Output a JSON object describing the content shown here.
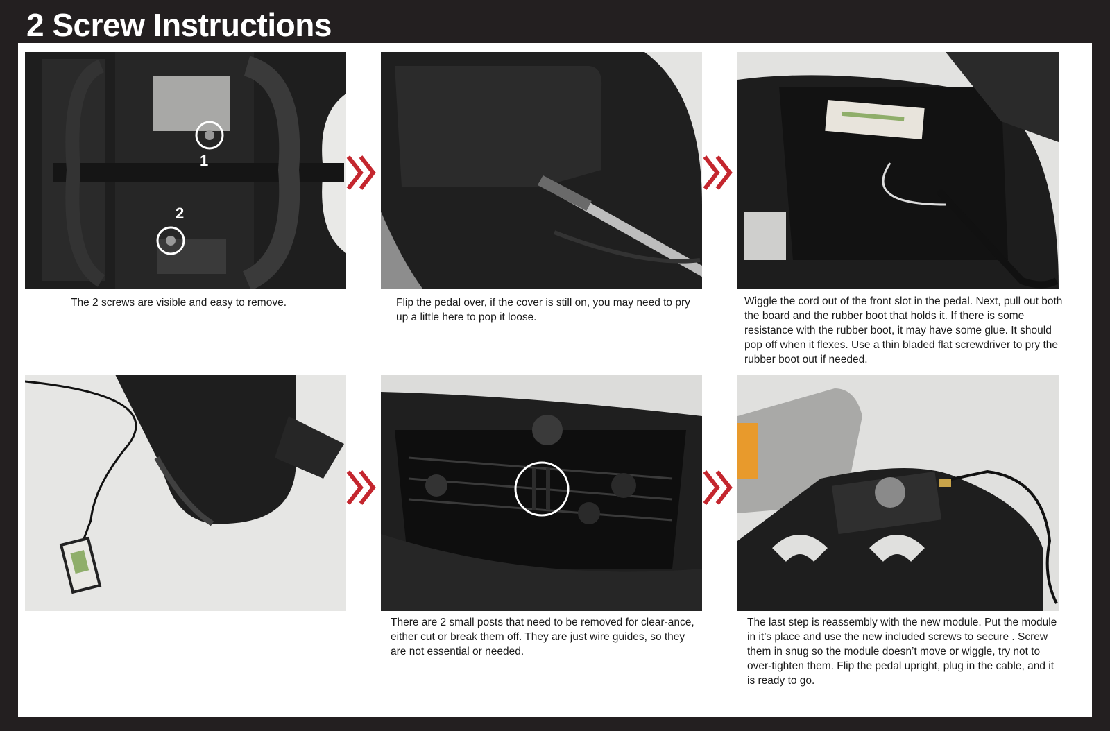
{
  "title": "2 Screw Instructions",
  "steps": [
    {
      "caption": "The 2 screws are visible and easy to remove.",
      "markers": [
        "1",
        "2"
      ]
    },
    {
      "caption": "Flip the pedal over, if the cover is still on, you may need to pry up a little here to pop it loose."
    },
    {
      "caption": "Wiggle the cord out of the front slot in the pedal. Next, pull out both the board and the rubber boot that holds it. If there is some resistance with the rubber boot, it may have some glue. It should pop off when it flexes. Use a thin bladed flat screwdriver to pry the rubber boot out if needed."
    },
    {
      "caption": ""
    },
    {
      "caption": "There are 2 small posts that need to be removed for clear-ance, either cut or break them off. They are just wire guides, so they are not essential or needed."
    },
    {
      "caption": "The last step is reassembly with the new module. Put the module in it’s place and use the new included screws to secure . Screw them in snug so the module doesn’t move or wiggle, try not to over-tighten them. Flip the pedal upright, plug in the cable, and it is ready to go."
    }
  ],
  "colors": {
    "background": "#231f20",
    "arrow": "#c4262e",
    "plastic": "#1c1c1c"
  },
  "icons": {
    "arrow": "double-chevron-right-icon"
  }
}
